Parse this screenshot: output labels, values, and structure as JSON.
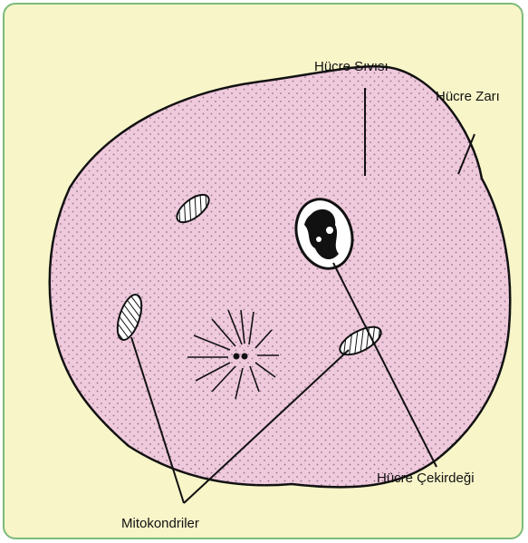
{
  "labels": {
    "cytoplasm": "Hücre Sıvısı",
    "membrane": "Hücre Zarı",
    "nucleus": "Hücre Çekirdeği",
    "mitochondria": "Mitokondriler"
  },
  "colors": {
    "frame_border": "#7dba7a",
    "background": "#f8f5c9",
    "cell_fill": "#efc9dc",
    "stipple": "#4a3344",
    "outline": "#111111"
  }
}
